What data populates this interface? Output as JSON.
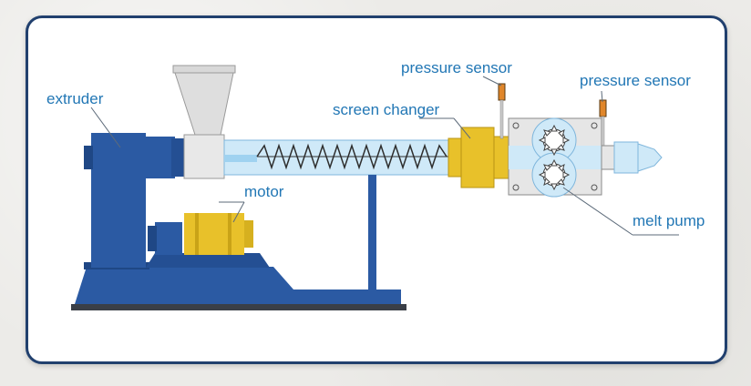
{
  "labels": {
    "extruder": "extruder",
    "motor": "motor",
    "screen_changer": "screen changer",
    "pressure_sensor_1": "pressure sensor",
    "pressure_sensor_2": "pressure sensor",
    "melt_pump": "melt pump"
  },
  "colors": {
    "frame": "#21406e",
    "machine_blue": "#2b5aa3",
    "label_blue": "#2277b5",
    "yellow": "#e8c12a",
    "barrel_light": "#cfe9f8",
    "sensor_orange": "#e0862a"
  }
}
